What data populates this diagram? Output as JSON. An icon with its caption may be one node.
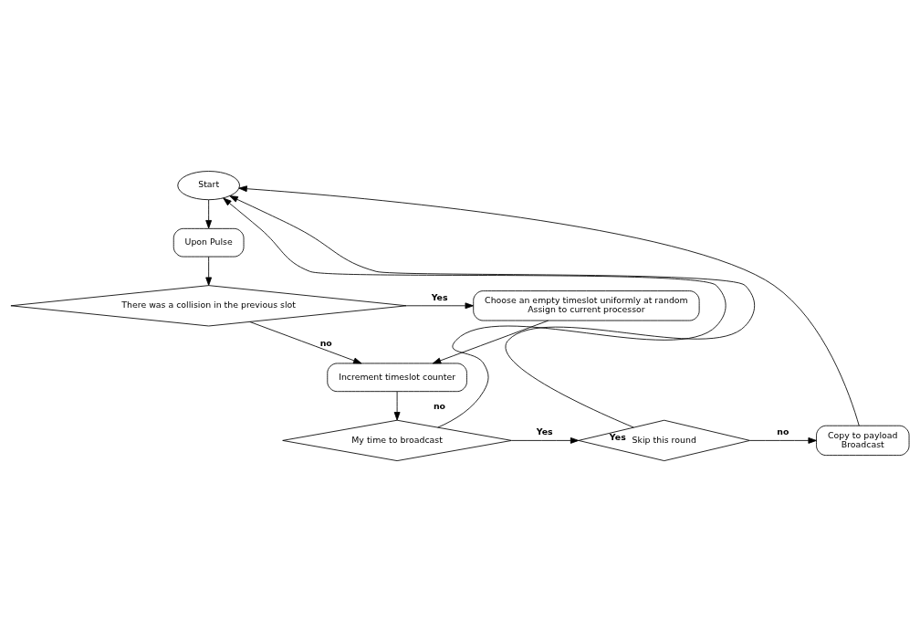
{
  "diagram": {
    "nodes": [
      {
        "text": [
          "Start"
        ]
      },
      {
        "text": [
          "Upon Pulse"
        ]
      },
      {
        "text": [
          "There was a collision in the previous slot"
        ]
      },
      {
        "text": [
          "Choose an empty timeslot uniformly at random",
          "Assign to current processor"
        ]
      },
      {
        "text": [
          "Increment timeslot counter"
        ]
      },
      {
        "text": [
          "My time to broadcast"
        ]
      },
      {
        "text": [
          "Skip this round"
        ]
      },
      {
        "text": [
          "Copy to payload",
          "Broadcast"
        ]
      }
    ],
    "edges": [
      {
        "from": 0,
        "to": 1,
        "arrow": "to"
      },
      {
        "from": 1,
        "to": 2,
        "arrow": "to"
      },
      {
        "from": 2,
        "to": 3,
        "arrow": "to",
        "label": "Yes"
      },
      {
        "from": 2,
        "to": 4,
        "arrow": "to",
        "label": "no"
      },
      {
        "from": 3,
        "to": 4,
        "arrow": "to"
      },
      {
        "from": 4,
        "to": 5,
        "arrow": "to"
      },
      {
        "from": 5,
        "to": 6,
        "arrow": "to",
        "label": "Yes"
      },
      {
        "from": 6,
        "to": 7,
        "arrow": "to",
        "label": "no"
      },
      {
        "from": 5,
        "to": 0,
        "arrow": "to",
        "label": "no"
      },
      {
        "from": 6,
        "to": 0,
        "arrow": "to",
        "label": "Yes"
      },
      {
        "from": 7,
        "to": 0,
        "arrow": "to"
      }
    ]
  }
}
